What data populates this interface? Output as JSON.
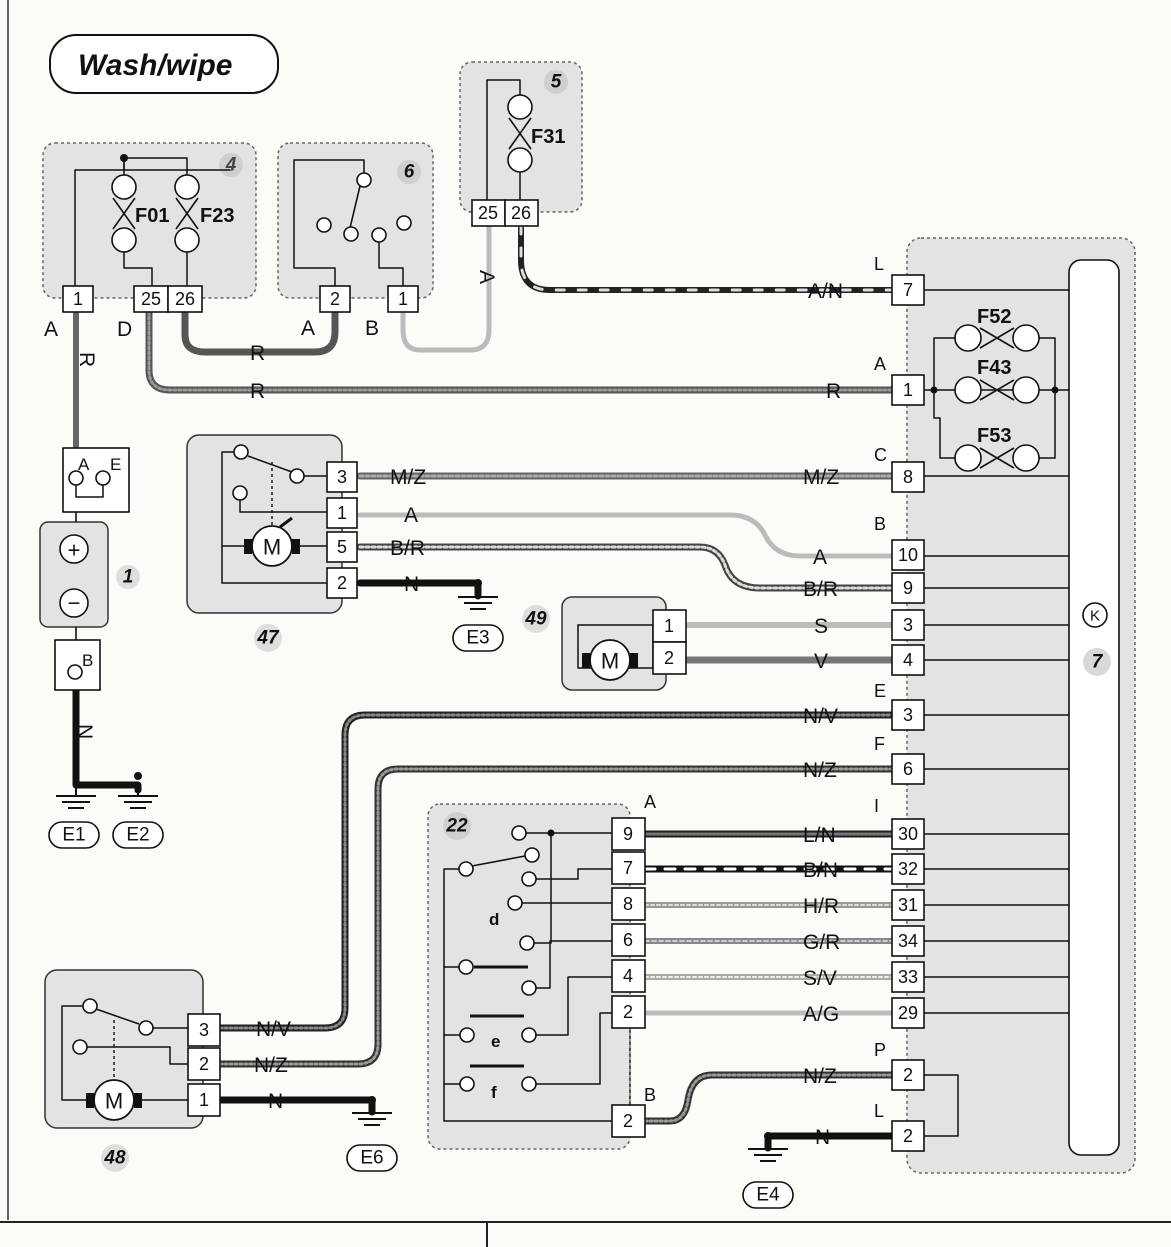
{
  "title": "Wash/wipe",
  "components": {
    "c1": "1",
    "c4": "4",
    "c5": "5",
    "c6": "6",
    "c7": "7",
    "c22": "22",
    "c47": "47",
    "c48": "48",
    "c49": "49"
  },
  "fuses": {
    "f01": "F01",
    "f23": "F23",
    "f31": "F31",
    "f52": "F52",
    "f43": "F43",
    "f53": "F53"
  },
  "grounds": {
    "e1": "E1",
    "e2": "E2",
    "e3": "E3",
    "e4": "E4",
    "e6": "E6"
  },
  "switch_labels": {
    "d": "d",
    "e": "e",
    "f": "f"
  },
  "connector_letters": {
    "c4_a": "A",
    "c4_d": "D",
    "c6_a": "A",
    "c6_b": "B",
    "bat_a": "A",
    "bat_e": "E",
    "bat_b": "B",
    "c7_l1": "L",
    "c7_a": "A",
    "c7_c": "C",
    "c7_b": "B",
    "c7_e": "E",
    "c7_f": "F",
    "c7_i": "I",
    "c7_p": "P",
    "c7_l2": "L",
    "c22_a": "A",
    "c22_b": "B"
  },
  "pins": {
    "c4_1": "1",
    "c4_25": "25",
    "c4_26": "26",
    "c6_2": "2",
    "c6_1": "1",
    "c5_25": "25",
    "c5_26": "26",
    "c47_3": "3",
    "c47_1": "1",
    "c47_5": "5",
    "c47_2": "2",
    "c49_1": "1",
    "c49_2": "2",
    "c48_3": "3",
    "c48_2": "2",
    "c48_1": "1",
    "c22_9": "9",
    "c22_7": "7",
    "c22_8": "8",
    "c22_6": "6",
    "c22_4": "4",
    "c22_2a": "2",
    "c22_2b": "2",
    "c7_7": "7",
    "c7_1": "1",
    "c7_8": "8",
    "c7_10": "10",
    "c7_9": "9",
    "c7_3a": "3",
    "c7_4": "4",
    "c7_3b": "3",
    "c7_6": "6",
    "c7_30": "30",
    "c7_32": "32",
    "c7_31": "31",
    "c7_34": "34",
    "c7_33": "33",
    "c7_29": "29",
    "c7_2a": "2",
    "c7_2b": "2"
  },
  "wire_labels": {
    "w_an": "A/N",
    "w_r1": "R",
    "w_r2": "R",
    "w_r3": "R",
    "w_r_vert": "R",
    "w_a_vert": "A",
    "w_mz1": "M/Z",
    "w_mz2": "M/Z",
    "w_a1": "A",
    "w_a2": "A",
    "w_br1": "B/R",
    "w_br2": "B/R",
    "w_n47": "N",
    "w_s": "S",
    "w_v": "V",
    "w_nv": "N/V",
    "w_nz": "N/Z",
    "w_ln": "L/N",
    "w_bn": "B/N",
    "w_hr": "H/R",
    "w_gr": "G/R",
    "w_sv": "S/V",
    "w_ag": "A/G",
    "w_nz2": "N/Z",
    "w_n4": "N",
    "w_nv48": "N/V",
    "w_nz48": "N/Z",
    "w_n48": "N",
    "w_n_vert": "N"
  },
  "symbols": {
    "plus": "+",
    "minus": "−",
    "motor": "M",
    "k": "K"
  },
  "icons": [
    "fuse-icon",
    "motor-icon",
    "ground-icon",
    "switch-icon",
    "battery-icon"
  ]
}
